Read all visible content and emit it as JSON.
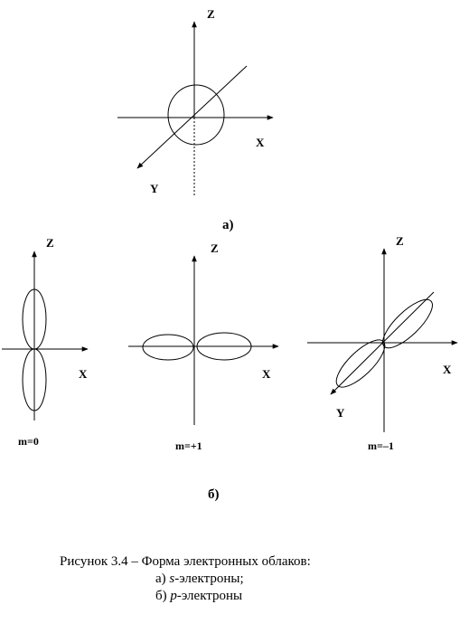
{
  "axes": {
    "z": "Z",
    "x": "X",
    "y": "Y"
  },
  "parts": {
    "a": "а)",
    "b": "б)"
  },
  "orbitals": {
    "m0": "m=0",
    "m_plus1": "m=+1",
    "m_minus1": "m=–1"
  },
  "caption": {
    "title": "Рисунок 3.4 – Форма электронных облаков:",
    "line_a_prefix": "а) ",
    "line_a_symbol": "s",
    "line_a_suffix": "-электроны;",
    "line_b_prefix": "б) ",
    "line_b_symbol": "p",
    "line_b_suffix": "-электроны"
  }
}
